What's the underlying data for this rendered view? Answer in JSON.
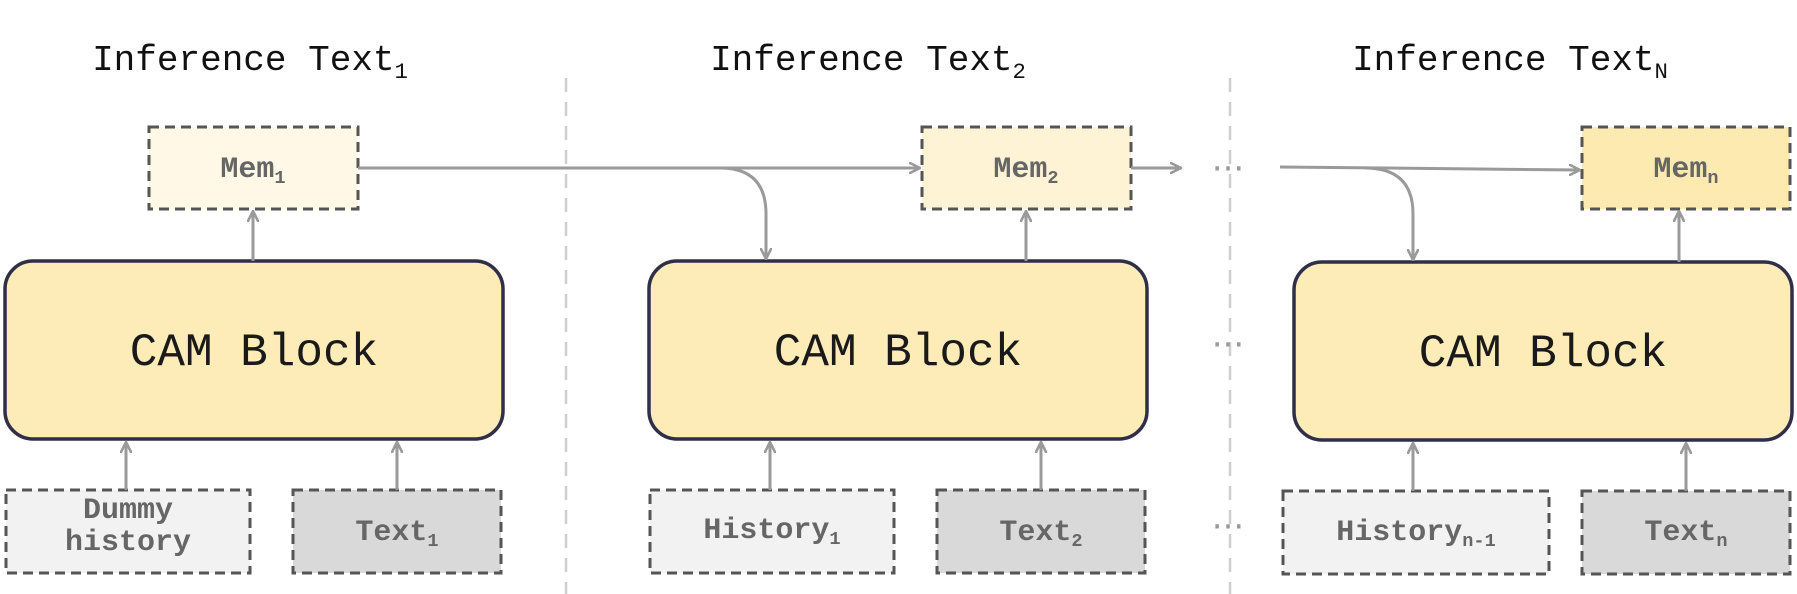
{
  "columns": [
    {
      "title": "Inference Text",
      "title_sub": "1",
      "block_label": "CAM Block",
      "memory": {
        "label": "Mem",
        "sub": "1",
        "color": "#FFF8E6"
      },
      "history": {
        "line1": "Dummy",
        "line2": "history",
        "color": "#F2F2F2"
      },
      "text": {
        "label": "Text",
        "sub": "1",
        "color": "#D9D9D9"
      }
    },
    {
      "title": "Inference Text",
      "title_sub": "2",
      "block_label": "CAM Block",
      "memory": {
        "label": "Mem",
        "sub": "2",
        "color": "#FFF3D6"
      },
      "history": {
        "label": "History",
        "sub": "1",
        "color": "#F2F2F2"
      },
      "text": {
        "label": "Text",
        "sub": "2",
        "color": "#D9D9D9"
      }
    },
    {
      "title": "Inference Text",
      "title_sub": "N",
      "block_label": "CAM Block",
      "memory": {
        "label": "Mem",
        "sub": "n",
        "color": "#FDEAB0"
      },
      "history": {
        "label": "History",
        "sub": "n-1",
        "color": "#F2F2F2"
      },
      "text": {
        "label": "Text",
        "sub": "n",
        "color": "#D9D9D9"
      }
    }
  ],
  "ellipsis": "···",
  "colors": {
    "block_fill": "#FDEBB8",
    "block_stroke": "#2F2F4A",
    "arrow": "#9A9A9A",
    "dashed_box_stroke": "#555555",
    "separator": "#CFCFCF"
  }
}
